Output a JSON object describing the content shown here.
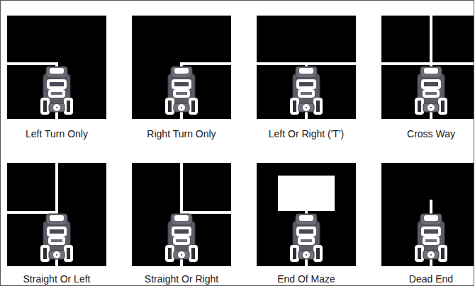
{
  "diagram": {
    "labels": [
      "Left Turn Only",
      "Right Turn Only",
      "Left Or Right ('T')",
      "Cross Way",
      "Straight Or Left",
      "Straight Or Right",
      "End Of Maze",
      "Dead End"
    ]
  }
}
